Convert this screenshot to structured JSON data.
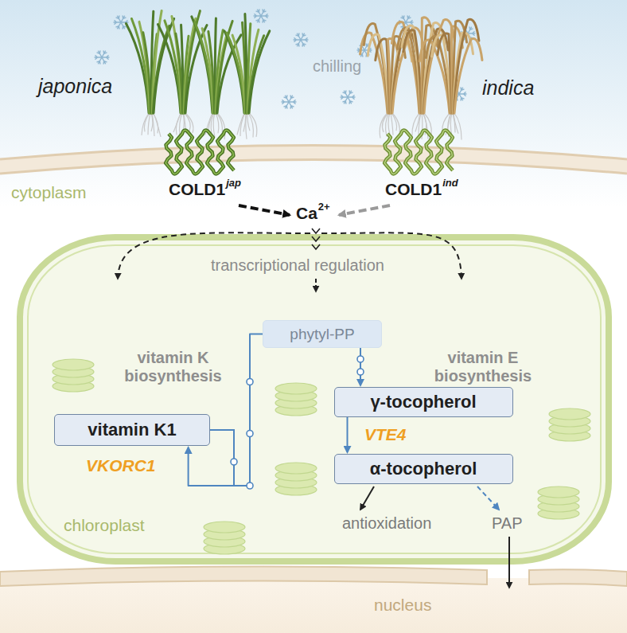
{
  "diagram": {
    "nodes": [
      {
        "text": [
          "chloroplast"
        ]
      },
      {
        "text": [
          "phytyl-PP"
        ],
        "in": 0
      },
      {
        "text": [
          "vitamin K1"
        ],
        "in": 0
      },
      {
        "text": [
          "γ-tocopherol"
        ],
        "in": 0
      },
      {
        "text": [
          "α-tocopherol"
        ],
        "in": 0
      },
      {
        "text": [
          "nucleus"
        ]
      }
    ],
    "edges": [
      {
        "from": 1,
        "to": 2,
        "arrow": "to"
      },
      {
        "from": 1,
        "to": 3,
        "arrow": "to"
      },
      {
        "from": 3,
        "to": 4,
        "arrow": "to"
      }
    ],
    "labels": [
      "japonica",
      "chilling",
      "indica",
      "cytoplasm",
      "COLD1",
      "jap",
      "COLD1",
      "ind",
      "Ca",
      "2+",
      "transcriptional regulation",
      "vitamin K biosynthesis",
      "vitamin E biosynthesis",
      "VKORC1",
      "VTE4",
      "antioxidation",
      "PAP"
    ]
  }
}
